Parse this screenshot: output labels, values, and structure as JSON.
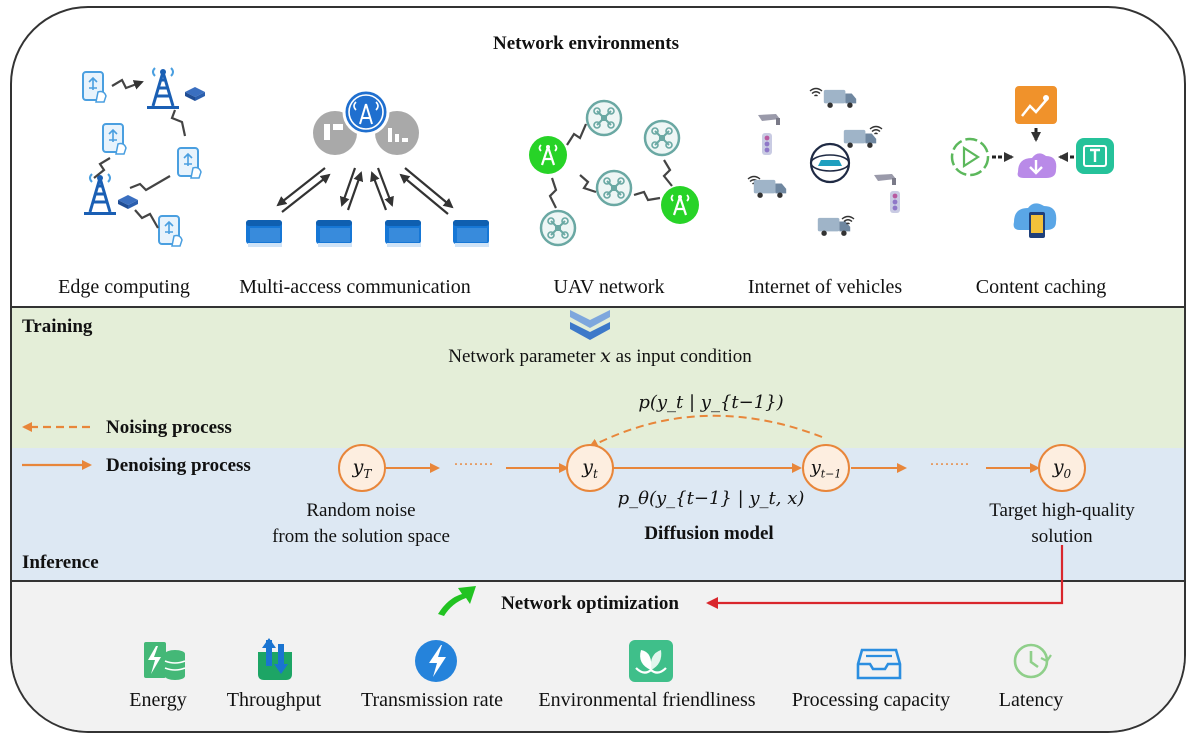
{
  "title": "Network environments",
  "environments": [
    {
      "label": "Edge computing",
      "icon": "edge-computing-icon"
    },
    {
      "label": "Multi-access communication",
      "icon": "multi-access-communication-icon"
    },
    {
      "label": "UAV network",
      "icon": "uav-network-icon"
    },
    {
      "label": "Internet of vehicles",
      "icon": "internet-of-vehicles-icon"
    },
    {
      "label": "Content caching",
      "icon": "content-caching-icon"
    }
  ],
  "training": {
    "label": "Training",
    "condition_pre": "Network parameter ",
    "condition_var": "x",
    "condition_post": " as input condition"
  },
  "legend": {
    "noising": "Noising process",
    "denoising": "Denoising process"
  },
  "diffusion": {
    "nodes": [
      "y",
      "y",
      "y",
      "y"
    ],
    "node_subs": [
      "T",
      "t",
      "t−1",
      "0"
    ],
    "ellipsis": "........",
    "forward_prob": "p(y_t | y_{t−1})",
    "reverse_prob": "p_θ(y_{t−1} | y_t, x)",
    "random_noise_line1": "Random noise",
    "random_noise_line2": "from the solution space",
    "model_label": "Diffusion model",
    "target_line1": "Target high-quality",
    "target_line2": "solution"
  },
  "inference": {
    "label": "Inference"
  },
  "optimization": {
    "label": "Network optimization",
    "metrics": [
      {
        "label": "Energy",
        "icon": "energy-icon"
      },
      {
        "label": "Throughput",
        "icon": "throughput-icon"
      },
      {
        "label": "Transmission rate",
        "icon": "transmission-rate-icon"
      },
      {
        "label": "Environmental friendliness",
        "icon": "environmental-friendliness-icon"
      },
      {
        "label": "Processing capacity",
        "icon": "processing-capacity-icon"
      },
      {
        "label": "Latency",
        "icon": "latency-icon"
      }
    ]
  },
  "colors": {
    "orange": "#e8863a",
    "node_fill": "#fdeee0",
    "red_arrow": "#d9262c",
    "green_arrow": "#22c322",
    "training_bg": "#e4eed8",
    "inference_bg": "#dde8f3",
    "uav_green": "#27d327",
    "blue_icon": "#3c8fd8"
  }
}
